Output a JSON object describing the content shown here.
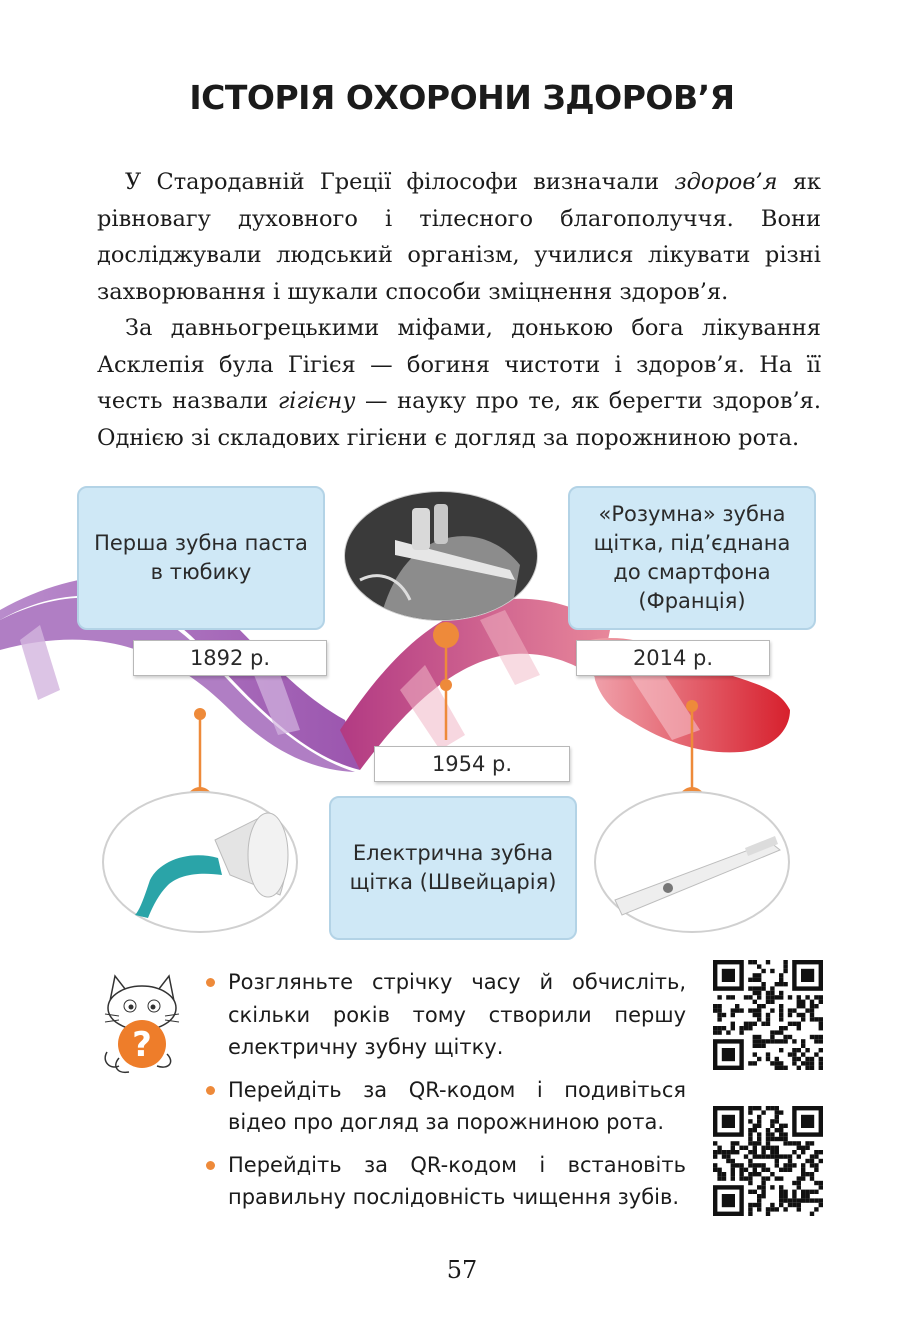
{
  "page": {
    "title": "ІСТОРІЯ ОХОРОНИ ЗДОРОВ’Я",
    "paragraph1": {
      "before": "У Стародавній Греції філософи визначали ",
      "em": "здоров’я",
      "after": " як рівновагу духовного і тілесного благополуччя. Вони досліджували людський організм, училися лікувати різні захворювання і шукали способи зміцнення здоров’я."
    },
    "paragraph2": {
      "before": "За давньогрецькими міфами, донькою бога лікування Асклепія була Гігієя — богиня чистоти і здоров’я. На її честь назвали ",
      "em": "гігієну",
      "after": " — науку про те, як берегти здоров’я. Однією зі складових гігієни є догляд за порожниною рота."
    },
    "page_number": "57"
  },
  "timeline": {
    "events": [
      {
        "year": "1892 р.",
        "label": "Перша зубна паста в тюбику"
      },
      {
        "year": "1954 р.",
        "label": "Електрична зубна щітка (Швейцарія)"
      },
      {
        "year": "2014 р.",
        "label": "«Розумна» зубна щітка, під’єднана до смартфона (Франція)"
      }
    ],
    "colors": {
      "callout": "#cfe8f6",
      "dot": "#ee8a3a",
      "ribbon_purple": "#9b5bb0",
      "ribbon_pink": "#c9306f",
      "ribbon_red": "#d92332"
    }
  },
  "questions": {
    "icon": "cat-question-icon",
    "items": [
      "Розгляньте стрічку часу й обчисліть, скільки років тому створили першу електричну зубну щітку.",
      "Перейдіть за QR-кодом і подивіться відео про догляд за порожниною рота.",
      "Перейдіть за QR-кодом і встановіть правильну послідовність чищення зубів."
    ],
    "qr_icons": [
      "qr-code-icon",
      "qr-code-icon"
    ]
  }
}
